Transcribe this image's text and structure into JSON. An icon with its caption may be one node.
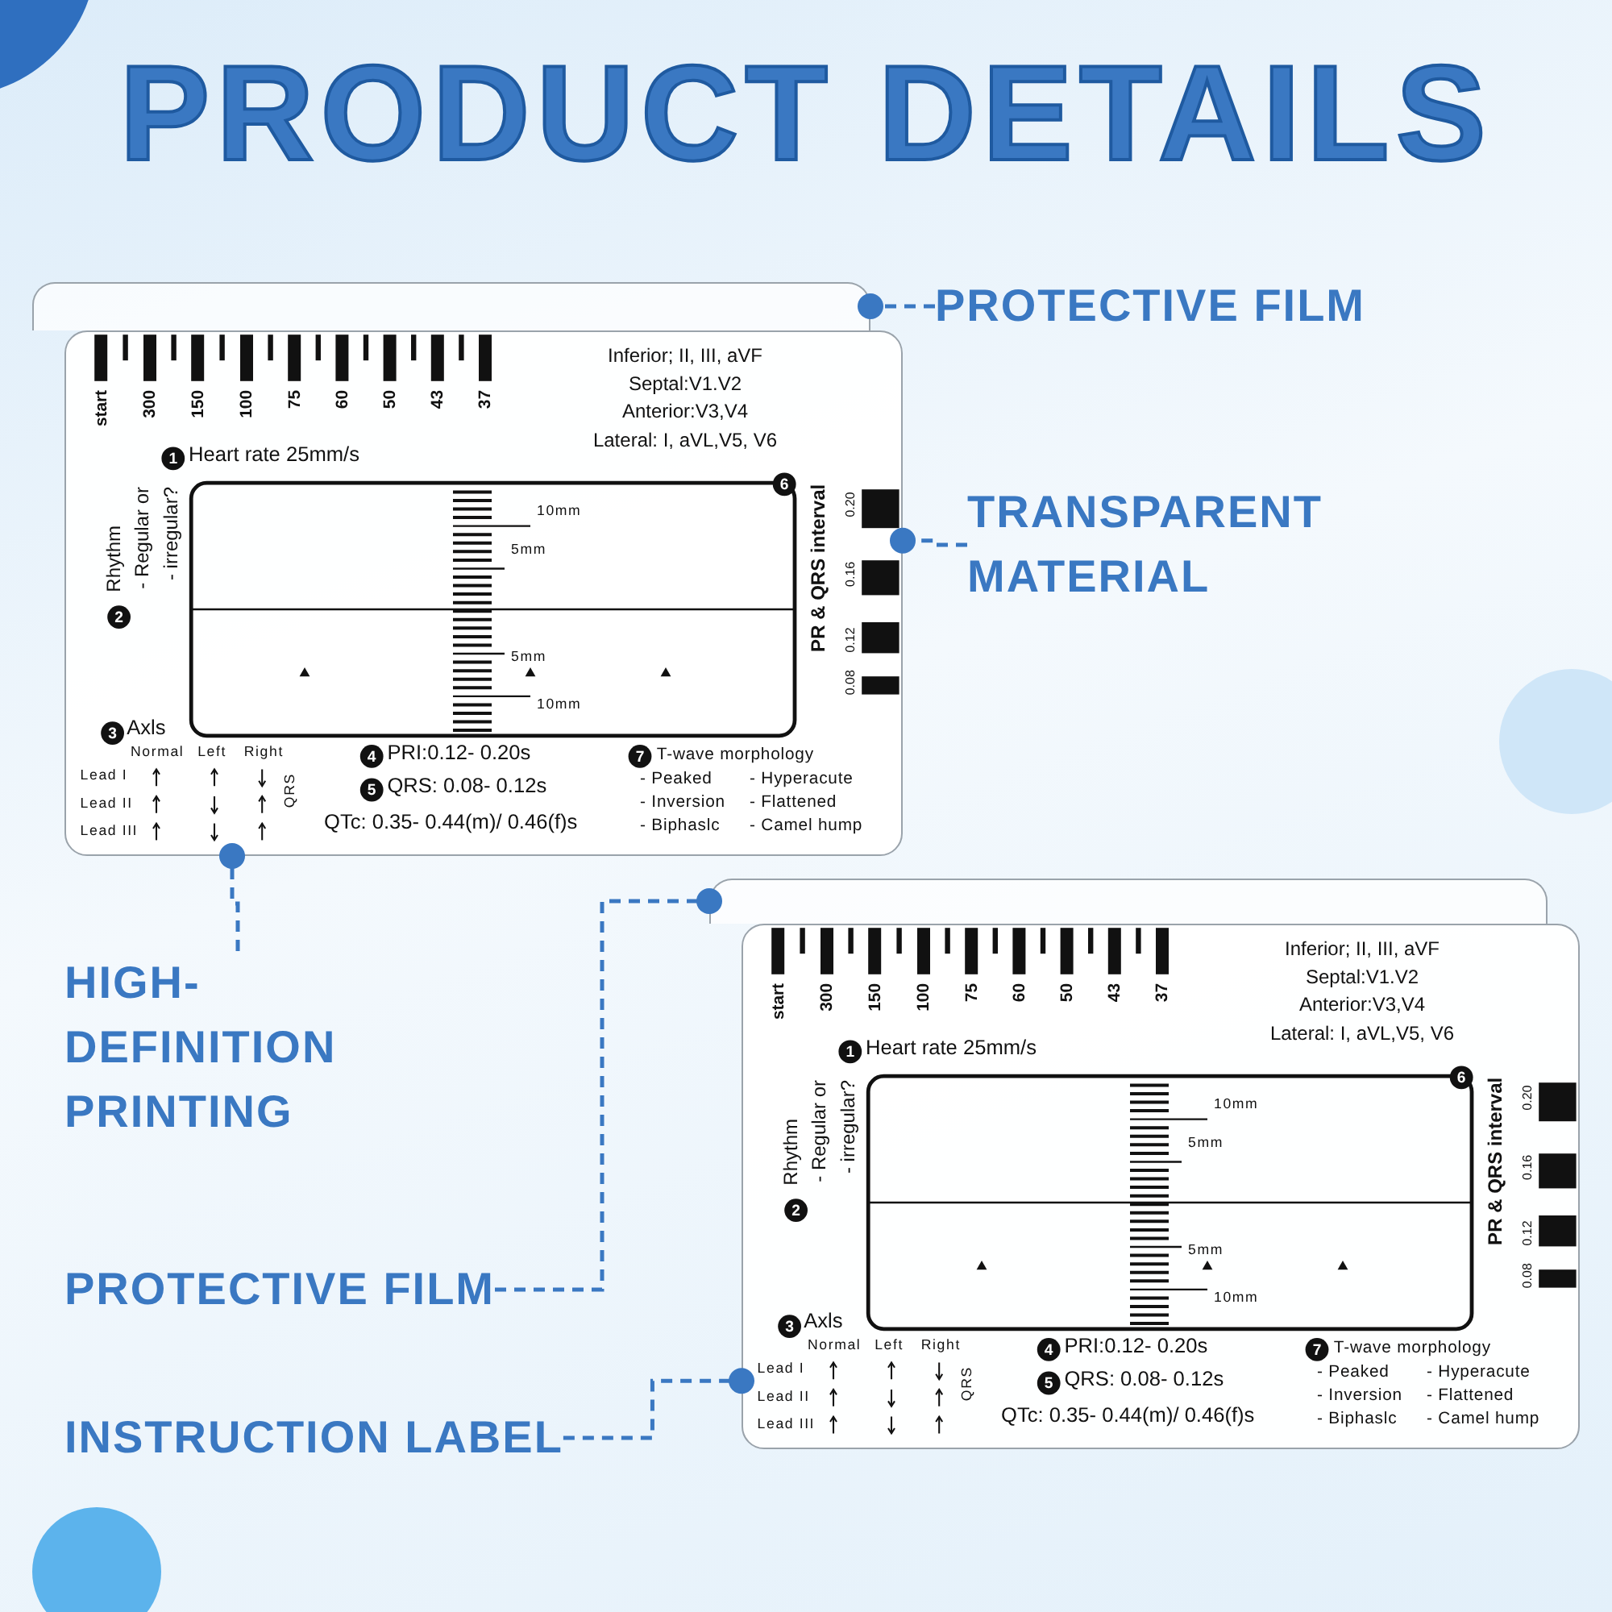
{
  "diagram": {
    "title": "PRODUCT DETAILS",
    "nodes": [
      {
        "text": [
          "PROTECTIVE FILM"
        ]
      },
      {
        "text": [],
        "shape": "box"
      },
      {
        "text": [
          "TRANSPARENT MATERIAL"
        ]
      },
      {
        "text": [
          "start",
          "300",
          "150",
          "100",
          "75",
          "60",
          "50",
          "43",
          "37",
          "Inferior; II, III, aVF",
          "Septal:V1.V2",
          "Anterior:V3,V4",
          "Lateral: I, aVL,V5, V6",
          "1",
          "Heart rate 25mm/s",
          "6",
          "10mm",
          "5mm",
          "5mm",
          "10mm",
          "PR & QRS interval",
          "0.20",
          "0.16",
          "0.12",
          "0.08",
          "2",
          "Rhythm",
          "- Regular or",
          "- irregular?",
          "3",
          "Axls",
          "Normal",
          "Left",
          "Right",
          "Lead I",
          "Lead II",
          "Lead III",
          "QRS",
          "4",
          "PRI:0.12- 0.20s",
          "5",
          "QRS: 0.08- 0.12s",
          "QTc: 0.35- 0.44(m)/ 0.46(f)s",
          "7",
          "T-wave morphology",
          "- Peaked",
          "- Hyperacute",
          "- Inversion",
          "- Flattened",
          "- Biphaslc",
          "- Camel hump"
        ]
      },
      {
        "text": [],
        "shape": "box"
      },
      {
        "text": [
          "start",
          "300",
          "150",
          "100",
          "75",
          "60",
          "50",
          "43",
          "37",
          "Inferior; II, III, aVF",
          "Septal:V1.V2",
          "Anterior:V3,V4",
          "Lateral: I, aVL,V5, V6",
          "1",
          "Heart rate 25mm/s",
          "6",
          "10mm",
          "5mm",
          "5mm",
          "10mm",
          "PR & QRS interval",
          "0.20",
          "0.16",
          "0.12",
          "0.08",
          "2",
          "Rhythm",
          "- Regular or",
          "- irregular?",
          "3",
          "Axls",
          "Normal",
          "Left",
          "Right",
          "Lead I",
          "Lead II",
          "Lead III",
          "QRS",
          "4",
          "PRI:0.12- 0.20s",
          "5",
          "QRS: 0.08- 0.12s",
          "QTc: 0.35- 0.44(m)/ 0.46(f)s",
          "7",
          "T-wave morphology",
          "- Peaked",
          "- Hyperacute",
          "- Inversion",
          "- Flattened",
          "- Biphaslc",
          "- Camel hump"
        ]
      },
      {
        "text": [
          "HIGH-DEFINITION PRINTING"
        ]
      },
      {
        "text": [
          "PROTECTIVE FILM"
        ]
      },
      {
        "text": [
          "INSTRUCTION LABEL"
        ]
      }
    ],
    "edges": [
      {
        "from": 0,
        "to": 1,
        "arrow": "other",
        "style": "dashed"
      },
      {
        "from": 2,
        "to": 3,
        "arrow": "other",
        "style": "dashed"
      },
      {
        "from": 6,
        "to": 3,
        "arrow": "other",
        "style": "dashed"
      },
      {
        "from": 7,
        "to": 4,
        "arrow": "other",
        "style": "dashed"
      },
      {
        "from": 8,
        "to": 5,
        "arrow": "other",
        "style": "dashed"
      }
    ]
  }
}
